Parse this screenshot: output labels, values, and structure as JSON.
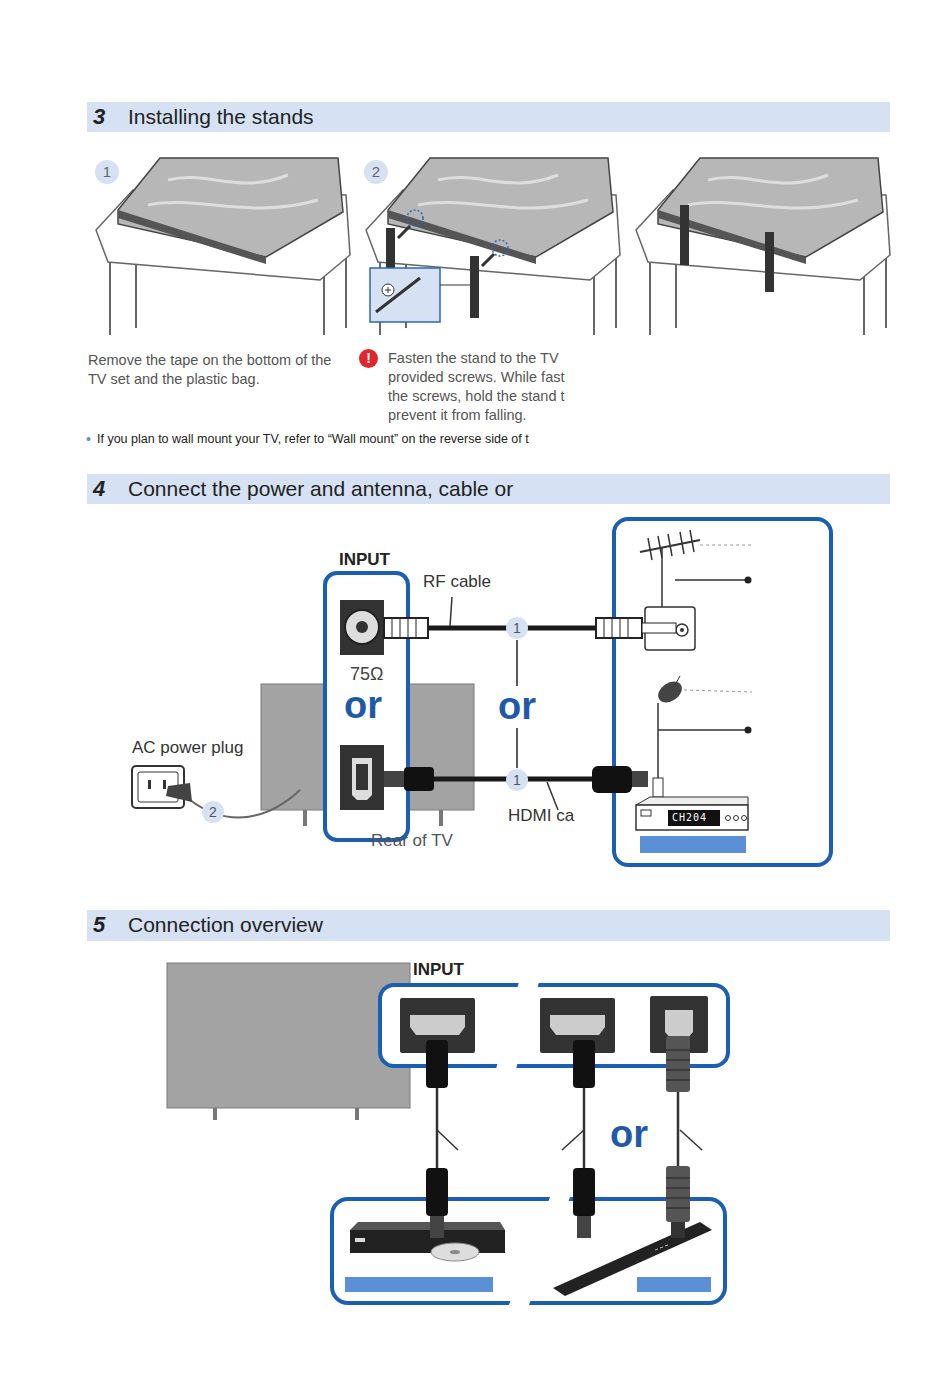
{
  "diagram": {
    "nodes": [
      {
        "text": [
          "3",
          "Installing the stands"
        ]
      },
      {
        "text": [
          "1"
        ]
      },
      {
        "text": [
          "2"
        ]
      },
      {
        "text": [
          "4",
          "Connect the power and antenna, cable or"
        ]
      },
      {
        "text": [
          "INPUT",
          "75Ω",
          "or"
        ]
      },
      {
        "text": [
          "CH204"
        ]
      },
      {
        "text": [
          "5",
          "Connection overview"
        ]
      },
      {
        "text": [
          "INPUT"
        ]
      }
    ],
    "edges": [
      {
        "from": 4,
        "to": 5,
        "label": "RF cable",
        "arrow": "none"
      },
      {
        "from": 4,
        "to": 5,
        "label": "HDMI ca",
        "arrow": "none"
      }
    ],
    "labels": [
      "Remove the tape on the bottom of the TV set and the plastic bag.",
      "!",
      "Fasten the stand to the TV provided screws.  While fast the screws, hold the stand t prevent it from falling.",
      "•",
      "If you plan to wall mount your TV, refer to “Wall mount” on the reverse side of t",
      "AC power plug",
      "2",
      "1",
      "or",
      "1",
      "Rear of TV",
      "or"
    ]
  }
}
